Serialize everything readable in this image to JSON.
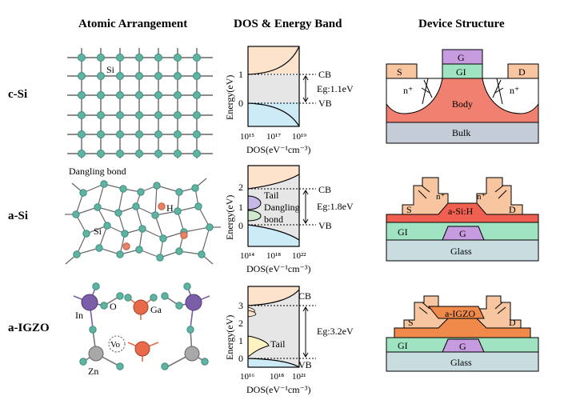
{
  "columns": {
    "atomic": "Atomic  Arrangement",
    "dos": "DOS & Energy Band",
    "device": "Device Structure"
  },
  "rows": [
    {
      "label": "c-Si",
      "atomic": {
        "si": "Si"
      },
      "dos": {
        "ylabel": "Energy(eV)",
        "xlabel": "DOS(eV⁻¹cm⁻³)",
        "yticks": [
          "1",
          "0"
        ],
        "xticks": [
          "10¹⁵",
          "10¹⁷",
          "10¹⁹"
        ],
        "cb": "CB",
        "vb": "VB",
        "eg": "Eg:1.1eV"
      },
      "device": {
        "gate": "G",
        "gi": "GI",
        "source": "S",
        "drain": "D",
        "nplus_left": "n⁺",
        "nplus_right": "n⁺",
        "body": "Body",
        "bulk": "Bulk"
      }
    },
    {
      "label": "a-Si",
      "atomic": {
        "dangling": "Dangling bond",
        "h": "H",
        "si": "Si"
      },
      "dos": {
        "ylabel": "Energy(eV)",
        "xlabel": "DOS(eV⁻¹cm⁻³)",
        "yticks": [
          "2",
          "1",
          "0"
        ],
        "xticks": [
          "10¹⁴",
          "10¹⁸",
          "10²²"
        ],
        "cb": "CB",
        "vb": "VB",
        "eg": "Eg:1.8eV",
        "tail": "Tail",
        "dangling": "Dangling",
        "bond": "bond"
      },
      "device": {
        "source": "S",
        "drain": "D",
        "nplus_left": "n⁺",
        "nplus_right": "n⁺",
        "channel": "a-Si:H",
        "gi": "GI",
        "gate": "G",
        "glass": "Glass"
      }
    },
    {
      "label": "a-IGZO",
      "atomic": {
        "in": "In",
        "o": "O",
        "ga": "Ga",
        "vo": "Vo",
        "zn": "Zn"
      },
      "dos": {
        "ylabel": "Energy(eV)",
        "xlabel": "DOS(eV⁻¹cm⁻³)",
        "yticks": [
          "3",
          "2",
          "1",
          "0"
        ],
        "xticks": [
          "10¹⁶",
          "10¹⁸",
          "10²¹"
        ],
        "cb": "CB",
        "vb": "VB",
        "eg": "Eg:3.2eV",
        "tail": "Tail"
      },
      "device": {
        "source": "S",
        "drain": "D",
        "channel": "a-IGZO",
        "gi": "GI",
        "gate": "G",
        "glass": "Glass"
      }
    }
  ],
  "colors": {
    "atom": "#5fb3a3",
    "atom_dark": "#3e8c7d",
    "hydrogen": "#e8836a",
    "indium": "#7a5ea8",
    "gallium": "#e86a4a",
    "zinc": "#a8a8a8",
    "cb_fill": "#fde3cc",
    "vb_fill": "#cdeaf7",
    "gap_fill": "#e6e6e6",
    "tail_purple": "#c7b7e6",
    "tail_green": "#cfe9cf",
    "tail_yellow": "#fdf2c0",
    "gate": "#c79be0",
    "gi": "#9fe3c2",
    "sd": "#f7c59f",
    "body": "#f08070",
    "bulk": "#c4ccd8",
    "glass": "#c9dde0",
    "igzo": "#f08a4a",
    "channel_red": "#f06050"
  }
}
